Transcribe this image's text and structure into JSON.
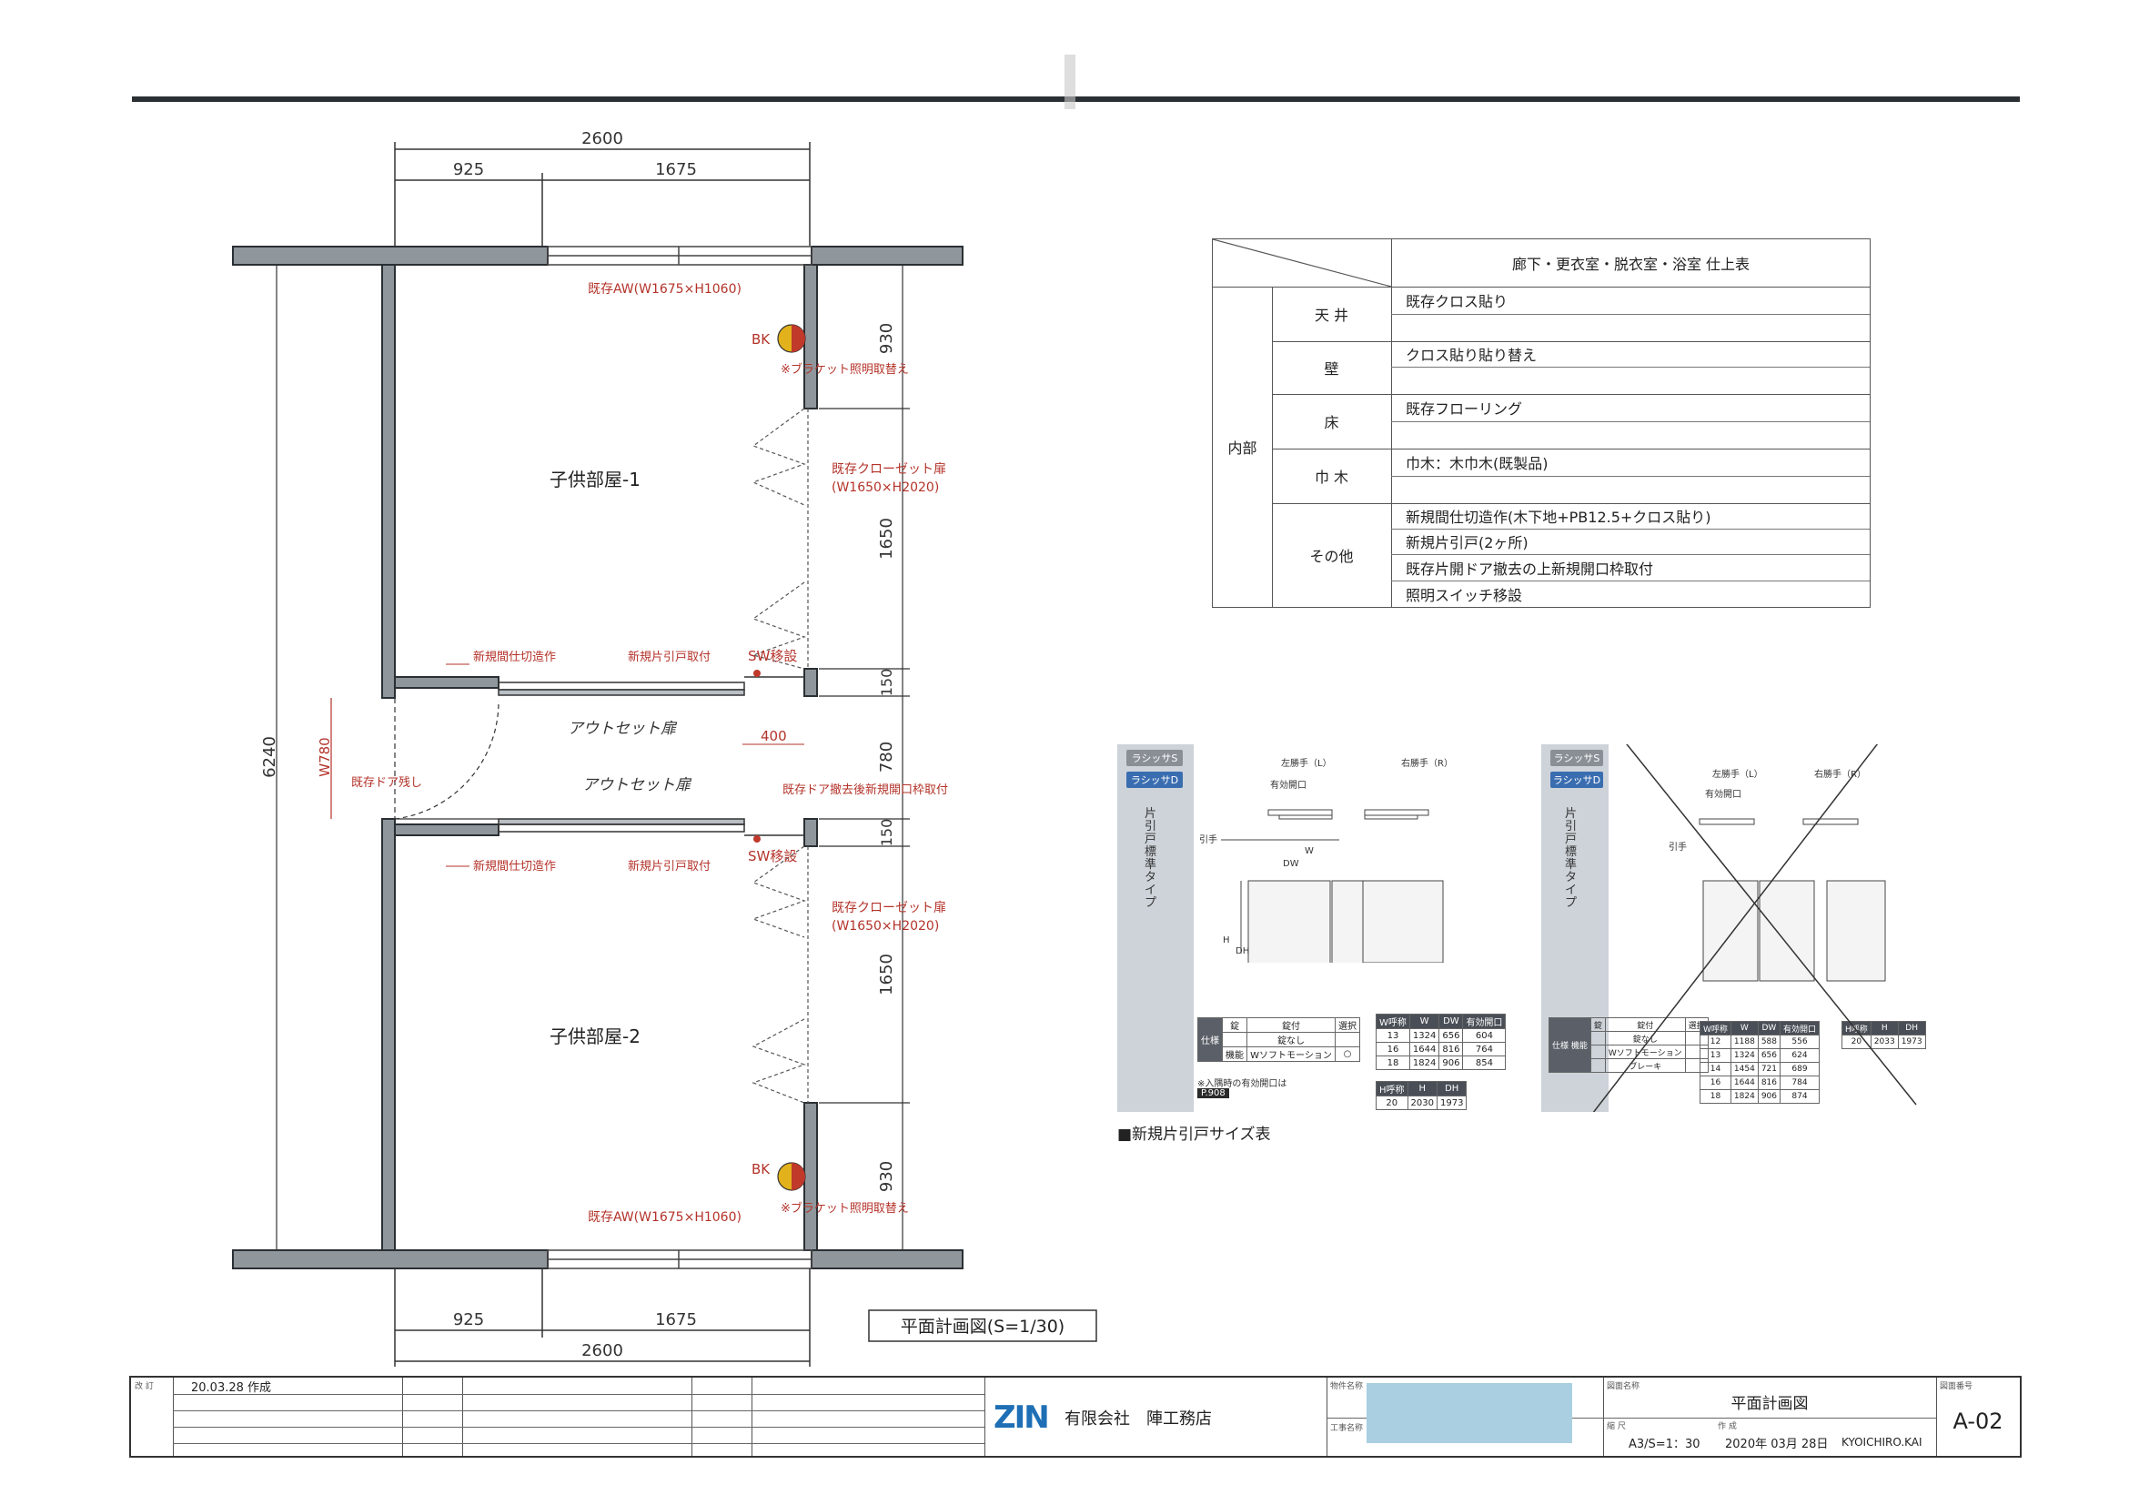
{
  "plan": {
    "dims_top": {
      "total": "2600",
      "left": "925",
      "right": "1675"
    },
    "dims_bottom": {
      "total": "2600",
      "left": "925",
      "right": "1675"
    },
    "dims_right": [
      "930",
      "1650",
      "150",
      "780",
      "150",
      "1650",
      "930"
    ],
    "dim_left_total": "6240",
    "dim_door_width": "W780",
    "dim_400": "400",
    "rooms": [
      "子供部屋-1",
      "子供部屋-2"
    ],
    "notes": {
      "window_top": "既存AW(W1675×H1060)",
      "window_bottom": "既存AW(W1675×H1060)",
      "bk": "BK",
      "bracket_top": "※ブラケット照明取替え",
      "bracket_bottom": "※ブラケット照明取替え",
      "closet_top": "既存クローゼット扉",
      "closet_top_size": "(W1650×H2020)",
      "closet_bottom": "既存クローゼット扉",
      "closet_bottom_size": "(W1650×H2020)",
      "partition_top": "新規間仕切造作",
      "partition_bottom": "新規間仕切造作",
      "sliding_top": "新規片引戸取付",
      "sliding_bottom": "新規片引戸取付",
      "sw_top": "SW移設",
      "sw_bottom": "SW移設",
      "door_remain": "既存ドア残し",
      "door_removed": "既存ドア撤去後新規開口枠取付",
      "hand_outset_1": "アウトセット扉",
      "hand_outset_2": "アウトセット扉"
    },
    "caption": "平面計画図(S=1/30)"
  },
  "finish_table": {
    "title": "廊下・更衣室・脱衣室・浴室 仕上表",
    "group": "内部",
    "rows": [
      {
        "part": "天 井",
        "items": [
          "既存クロス貼り"
        ]
      },
      {
        "part": "壁",
        "items": [
          "クロス貼り貼り替え"
        ]
      },
      {
        "part": "床",
        "items": [
          "既存フローリング"
        ]
      },
      {
        "part": "巾 木",
        "items": [
          "巾木：木巾木(既製品)"
        ]
      },
      {
        "part": "その他",
        "items": [
          "新規間仕切造作(木下地+PB12.5+クロス貼り)",
          "新規片引戸(2ヶ所)",
          "既存片開ドア撤去の上新規開口枠取付",
          "照明スイッチ移設"
        ]
      }
    ]
  },
  "catalog": {
    "caption": "■新規片引戸サイズ表",
    "card1": {
      "tag_s": "ラシッサS",
      "tag_d": "ラシッサD",
      "vtitle": "片引戸標準タイプ",
      "left_hand": "左勝手（L）",
      "right_hand": "右勝手（R）",
      "opening": "有効開口",
      "pull": "引手",
      "w": "W",
      "dw": "DW",
      "h": "H",
      "dh": "DH",
      "spec_side": "仕様",
      "spec_rows": [
        [
          "錠",
          "錠付",
          "選択"
        ],
        [
          "",
          "錠なし",
          ""
        ],
        [
          "機能",
          "Wソフトモーション",
          "○"
        ]
      ],
      "note": "※入隅時の有効開口は",
      "page_ref": "P.908",
      "size_head": [
        "W呼称",
        "W",
        "DW",
        "有効開口"
      ],
      "size_rows": [
        [
          "13",
          "1324",
          "656",
          "604"
        ],
        [
          "16",
          "1644",
          "816",
          "764"
        ],
        [
          "18",
          "1824",
          "906",
          "854"
        ]
      ],
      "h_head": [
        "H呼称",
        "H",
        "DH"
      ],
      "h_rows": [
        [
          "20",
          "2030",
          "1973"
        ]
      ]
    },
    "card2": {
      "tag_s": "ラシッサS",
      "tag_d": "ラシッサD",
      "vtitle": "片引戸標準タイプ",
      "left_hand": "左勝手（L）",
      "right_hand": "右勝手（R）",
      "opening": "有効開口",
      "pull": "引手",
      "spec_side": "仕様 機能",
      "spec_rows": [
        [
          "錠",
          "錠付",
          "選択"
        ],
        [
          "",
          "錠なし",
          ""
        ],
        [
          "",
          "Wソフトモーション",
          ""
        ],
        [
          "",
          "ブレーキ",
          ""
        ]
      ],
      "size_head": [
        "W呼称",
        "W",
        "DW",
        "有効開口"
      ],
      "size_rows": [
        [
          "12",
          "1188",
          "588",
          "556"
        ],
        [
          "13",
          "1324",
          "656",
          "624"
        ],
        [
          "14",
          "1454",
          "721",
          "689"
        ],
        [
          "16",
          "1644",
          "816",
          "784"
        ],
        [
          "18",
          "1824",
          "906",
          "874"
        ]
      ],
      "h_head": [
        "H呼称",
        "H",
        "DH"
      ],
      "h_rows": [
        [
          "20",
          "2033",
          "1973"
        ]
      ]
    }
  },
  "title_block": {
    "rev_label": "改 訂",
    "rev_entry": "20.03.28 作成",
    "company": "有限会社　陣工務店",
    "logo": "ZIN",
    "property_label": "物件名称",
    "work_label": "工事名称",
    "drawing_label": "図面名称",
    "drawing_name": "平面計画図",
    "scale_label": "縮 尺",
    "scale": "A3/S=1：30",
    "made_label": "作 成",
    "date": "2020年 03月 28日",
    "author": "KYOICHIRO.KAI",
    "number_label": "図面番号",
    "number": "A-02"
  }
}
